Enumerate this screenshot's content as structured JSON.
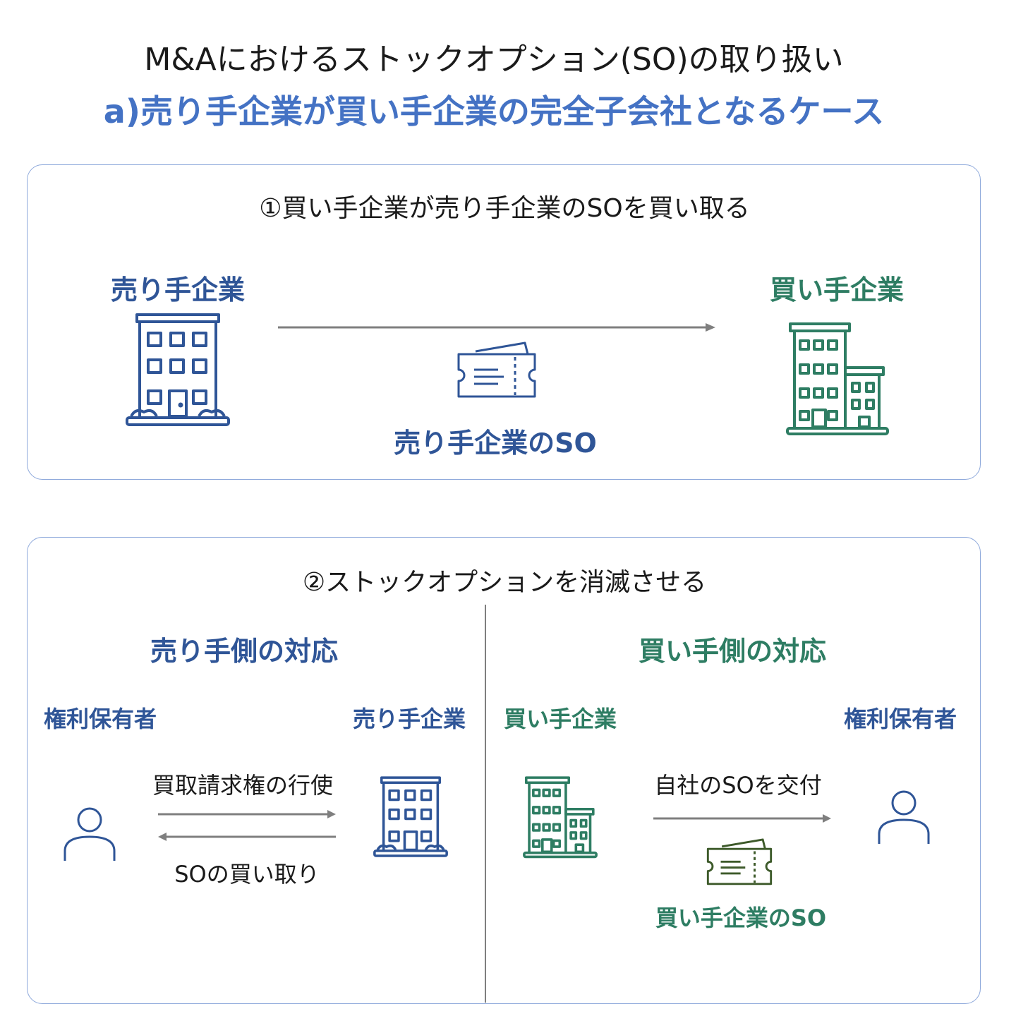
{
  "header": {
    "title": "M&Aにおけるストックオプション(SO)の取り扱い",
    "subtitle": "a)売り手企業が買い手企業の完全子会社となるケース"
  },
  "panel1": {
    "heading": "①買い手企業が売り手企業のSOを買い取る",
    "seller_label": "売り手企業",
    "buyer_label": "買い手企業",
    "ticket_label": "売り手企業のSO"
  },
  "panel2": {
    "heading": "②ストックオプションを消滅させる",
    "left": {
      "title": "売り手側の対応",
      "holder_label": "権利保有者",
      "company_label": "売り手企業",
      "arrow_top_label": "買取請求権の行使",
      "arrow_bottom_label": "SOの買い取り"
    },
    "right": {
      "title": "買い手側の対応",
      "company_label": "買い手企業",
      "holder_label": "権利保有者",
      "arrow_label": "自社のSOを交付",
      "ticket_label": "買い手企業のSO"
    }
  },
  "colors": {
    "seller": "#2f5597",
    "buyer": "#2e7d63",
    "accent": "#4472c4",
    "border": "#8ea9db",
    "arrow": "#7f7f7f"
  }
}
